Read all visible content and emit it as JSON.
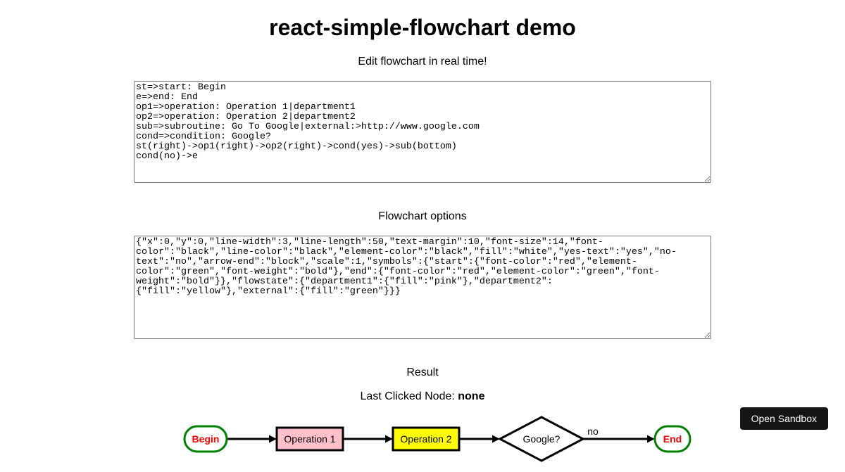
{
  "page": {
    "title": "react-simple-flowchart demo",
    "subtitle": "Edit flowchart in real time!",
    "options_heading": "Flowchart options",
    "result_heading": "Result",
    "last_clicked_label": "Last Clicked Node: ",
    "last_clicked_value": "none"
  },
  "editors": {
    "flowchart_code": "st=>start: Begin\ne=>end: End\nop1=>operation: Operation 1|department1\nop2=>operation: Operation 2|department2\nsub=>subroutine: Go To Google|external:>http://www.google.com\ncond=>condition: Google?\nst(right)->op1(right)->op2(right)->cond(yes)->sub(bottom)\ncond(no)->e",
    "flowchart_options": "{\"x\":0,\"y\":0,\"line-width\":3,\"line-length\":50,\"text-margin\":10,\"font-size\":14,\"font-color\":\"black\",\"line-color\":\"black\",\"element-color\":\"black\",\"fill\":\"white\",\"yes-text\":\"yes\",\"no-text\":\"no\",\"arrow-end\":\"block\",\"scale\":1,\"symbols\":{\"start\":{\"font-color\":\"red\",\"element-color\":\"green\",\"font-weight\":\"bold\"},\"end\":{\"font-color\":\"red\",\"element-color\":\"green\",\"font-weight\":\"bold\"}},\"flowstate\":{\"department1\":{\"fill\":\"pink\"},\"department2\":{\"fill\":\"yellow\"},\"external\":{\"fill\":\"green\"}}}"
  },
  "sandbox": {
    "open_button_label": "Open Sandbox"
  },
  "flowchart": {
    "line_color": "#000000",
    "edge_label_no": "no",
    "nodes": {
      "start": {
        "label": "Begin",
        "type": "start",
        "fill": "#ffffff",
        "stroke": "#008000",
        "text_color": "#ff0000"
      },
      "op1": {
        "label": "Operation 1",
        "type": "operation",
        "fill": "#ffc0cb",
        "stroke": "#000000",
        "text_color": "#000000"
      },
      "op2": {
        "label": "Operation 2",
        "type": "operation",
        "fill": "#ffff00",
        "stroke": "#000000",
        "text_color": "#000000"
      },
      "cond": {
        "label": "Google?",
        "type": "condition",
        "fill": "#ffffff",
        "stroke": "#000000",
        "text_color": "#000000"
      },
      "end": {
        "label": "End",
        "type": "end",
        "fill": "#ffffff",
        "stroke": "#008000",
        "text_color": "#ff0000"
      }
    }
  }
}
